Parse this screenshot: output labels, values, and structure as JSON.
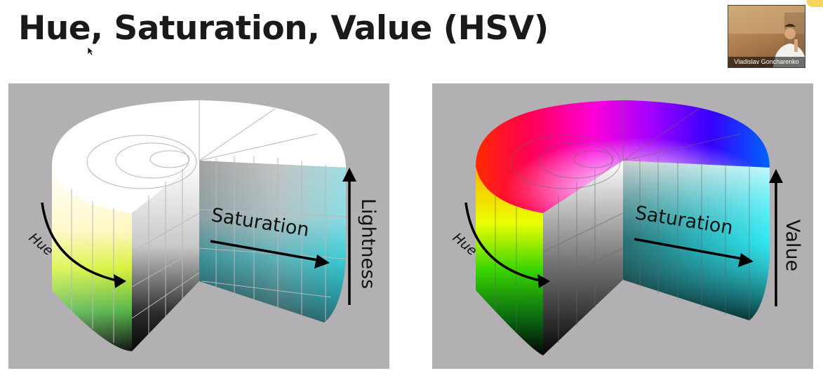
{
  "slide": {
    "title": "Hue, Saturation, Value (HSV)"
  },
  "webcam": {
    "participant_name": "Vladislav Goncharenko"
  },
  "left_figure": {
    "hue_label": "Hue",
    "saturation_label": "Saturation",
    "vertical_axis_label": "Lightness",
    "colors": {
      "background": "#b2b0b3",
      "cap": "#ffffff"
    }
  },
  "right_figure": {
    "hue_label": "Hue",
    "saturation_label": "Saturation",
    "vertical_axis_label": "Value",
    "colors": {
      "background": "#b2b0b3"
    }
  },
  "icons": {
    "cursor": "mouse-pointer-icon"
  }
}
